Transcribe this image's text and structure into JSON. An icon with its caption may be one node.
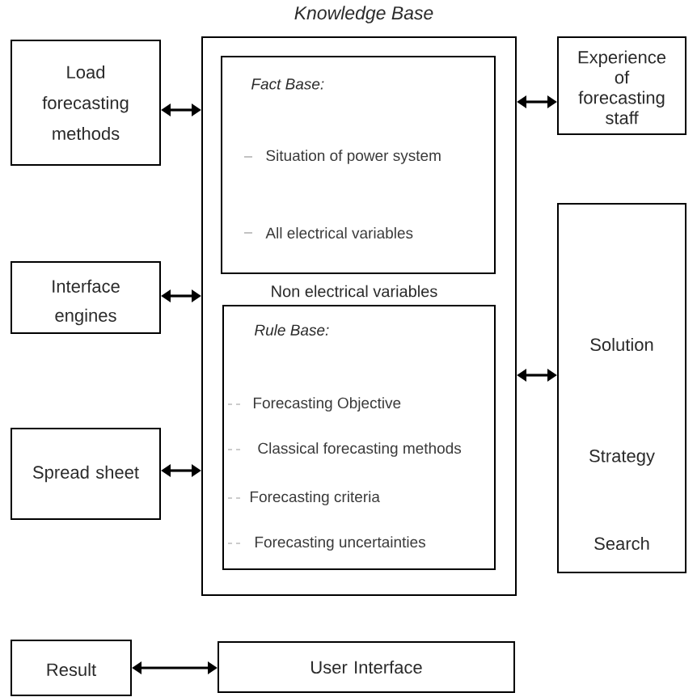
{
  "diagram": {
    "nodes": [
      {
        "text": [
          "Knowledge Base",
          "Non electrical variables"
        ]
      },
      {
        "text": [
          "Fact Base:",
          "Situation of power system",
          "All electrical variables"
        ],
        "in": 0
      },
      {
        "text": [
          "Rule Base:",
          "Forecasting Objective",
          "Classical forecasting methods",
          "Forecasting criteria",
          "Forecasting uncertainties"
        ],
        "in": 0
      },
      {
        "text": [
          "Load forecasting methods"
        ]
      },
      {
        "text": [
          "Interface engines"
        ]
      },
      {
        "text": [
          "Spread sheet"
        ]
      },
      {
        "text": [
          "Experience of forecasting staff"
        ]
      },
      {
        "text": [
          "Solution",
          "Strategy",
          "Search"
        ]
      },
      {
        "text": [
          "Result"
        ]
      },
      {
        "text": [
          "User Interface"
        ]
      }
    ],
    "edges": [
      {
        "from": 3,
        "to": 0,
        "arrow": "both"
      },
      {
        "from": 4,
        "to": 0,
        "arrow": "both"
      },
      {
        "from": 5,
        "to": 0,
        "arrow": "both"
      },
      {
        "from": 0,
        "to": 6,
        "arrow": "both"
      },
      {
        "from": 0,
        "to": 7,
        "arrow": "both"
      },
      {
        "from": 8,
        "to": 9,
        "arrow": "both"
      }
    ]
  }
}
